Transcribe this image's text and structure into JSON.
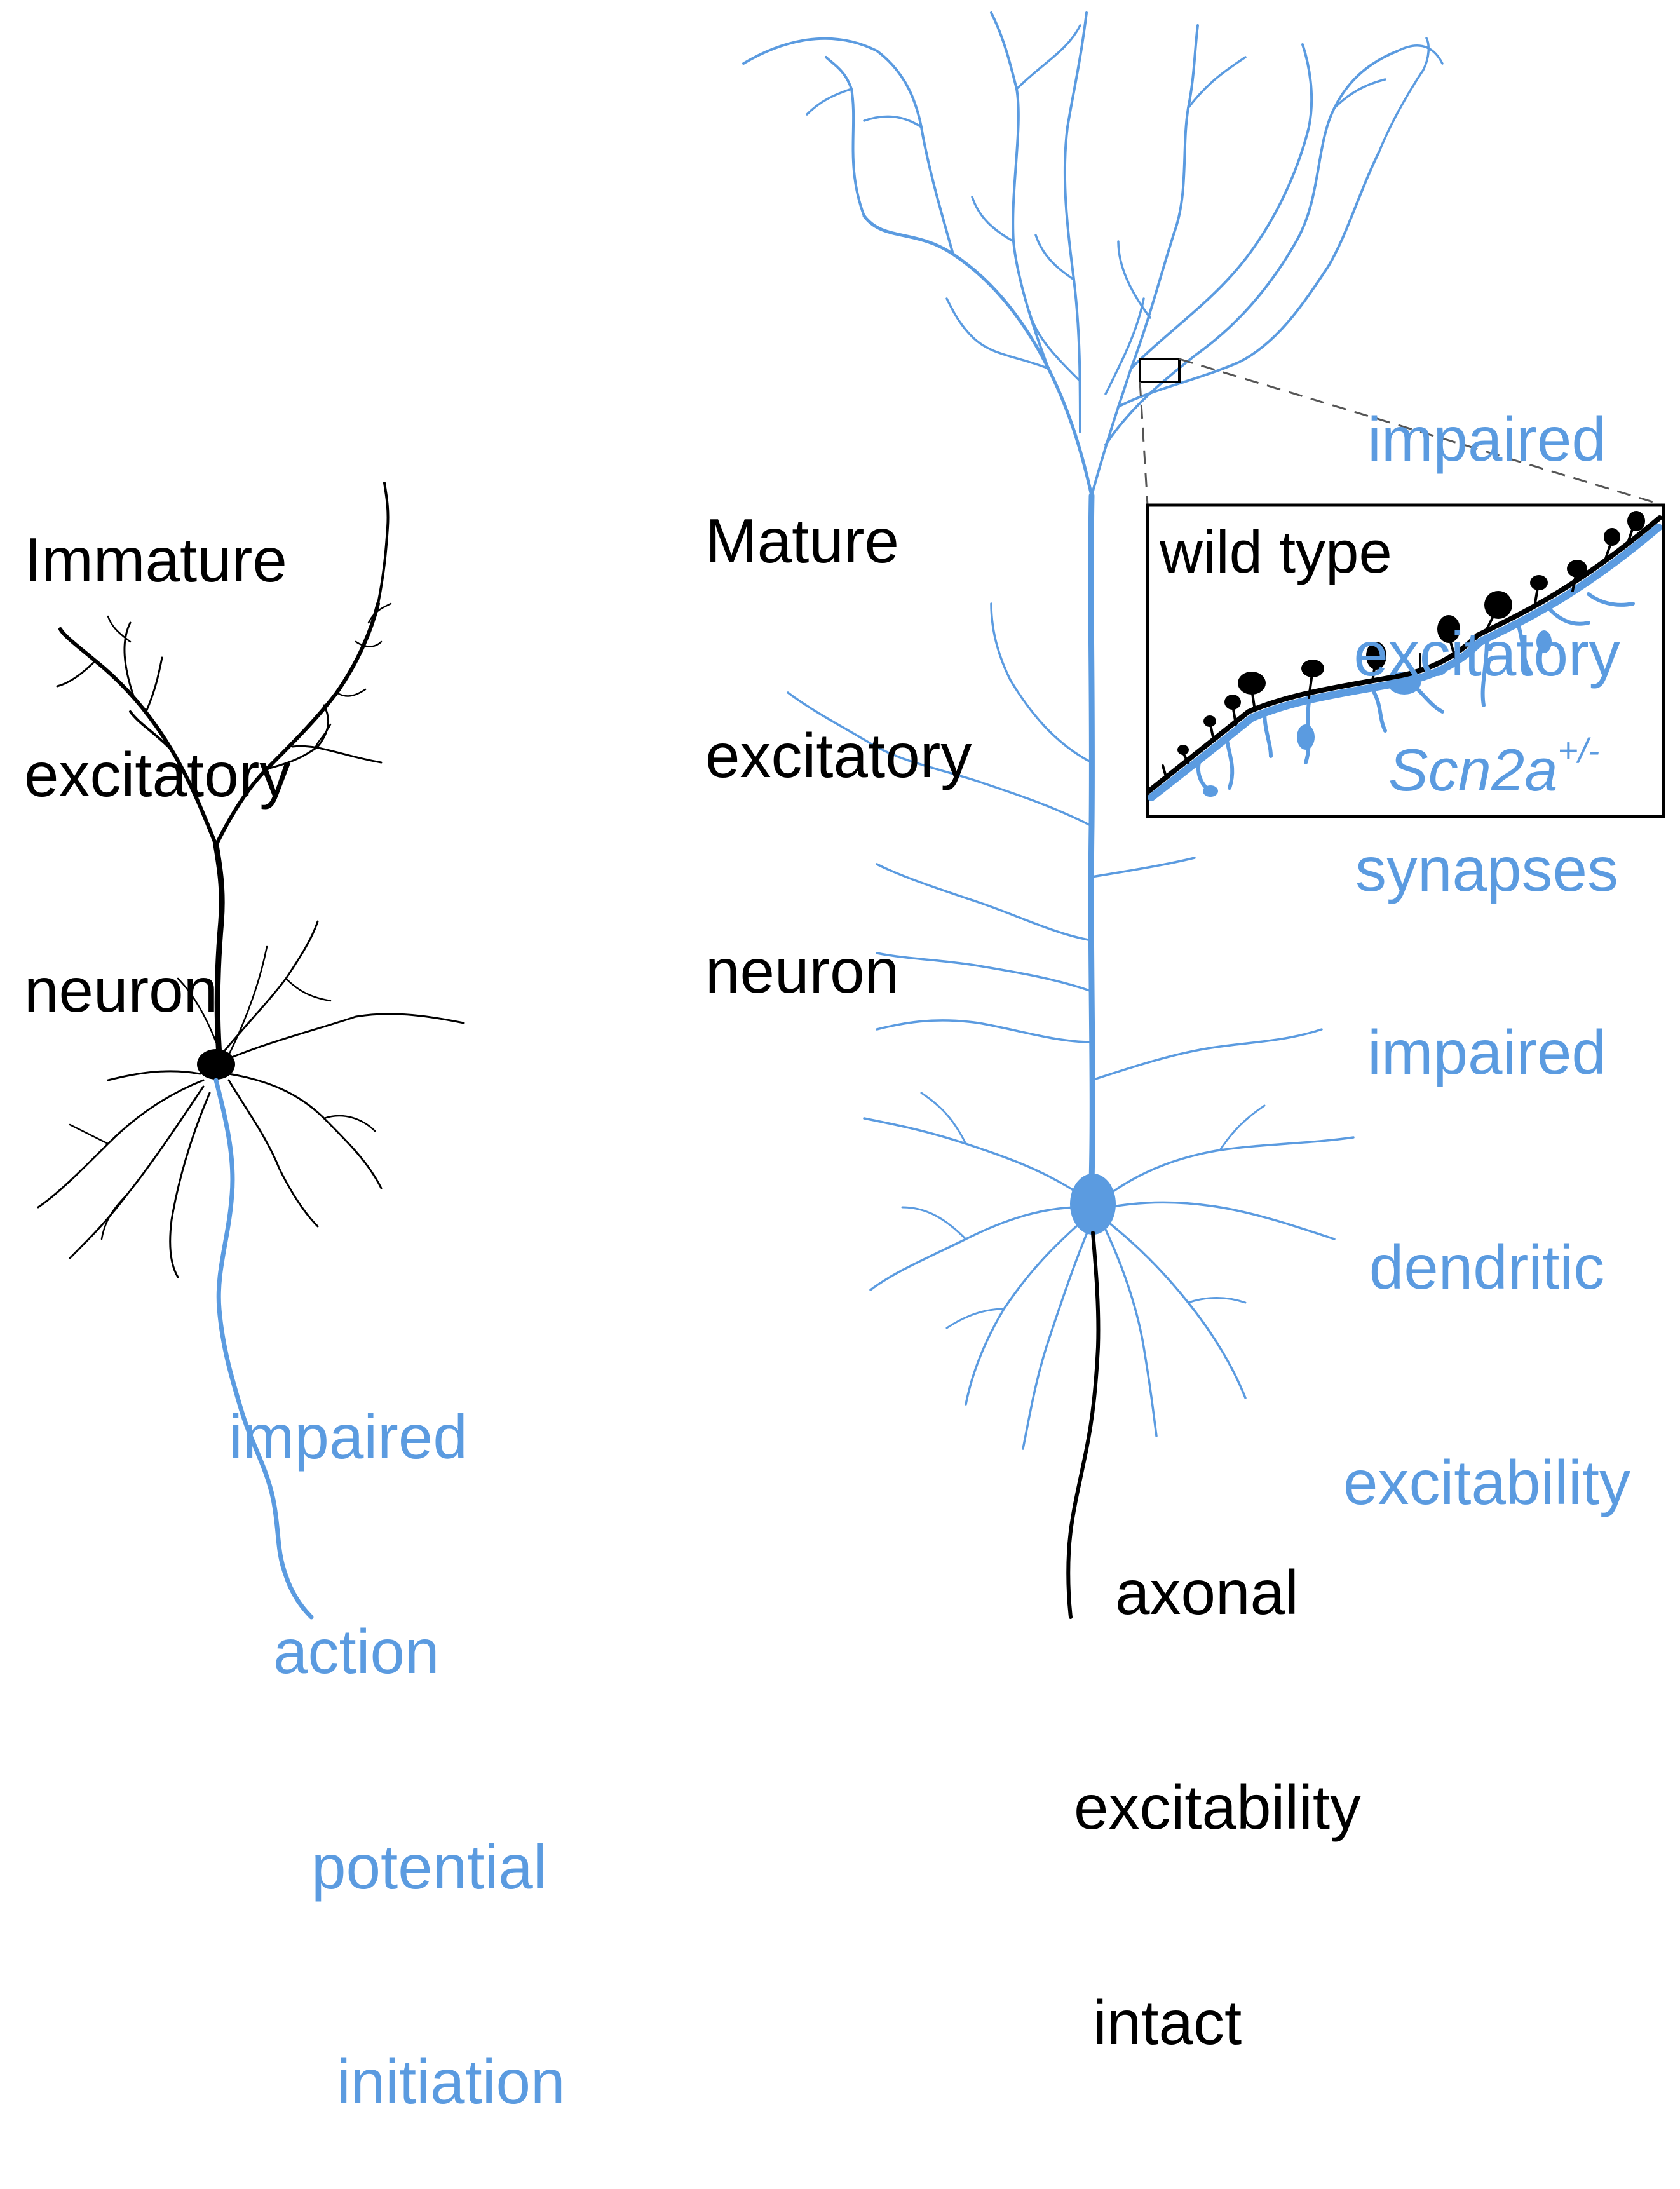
{
  "colors": {
    "healthy": "#000000",
    "affected": "#5b9be0",
    "background": "#ffffff"
  },
  "immature_neuron": {
    "label_lines": [
      "Immature",
      "excitatory",
      "neuron"
    ],
    "axon_label_lines": [
      "impaired",
      "action",
      "potential",
      "initiation"
    ]
  },
  "mature_neuron": {
    "label_lines": [
      "Mature",
      "excitatory",
      "neuron"
    ],
    "synapse_label_lines": [
      "impaired",
      "excitatory",
      "synapses"
    ],
    "dendrite_label_lines": [
      "impaired",
      "dendritic",
      "excitability"
    ],
    "axon_label_lines": [
      "axonal",
      "excitability",
      "intact"
    ]
  },
  "inset": {
    "wild_type_label": "wild type",
    "mutant_label": "Scn2a",
    "mutant_superscript": "+/-"
  }
}
